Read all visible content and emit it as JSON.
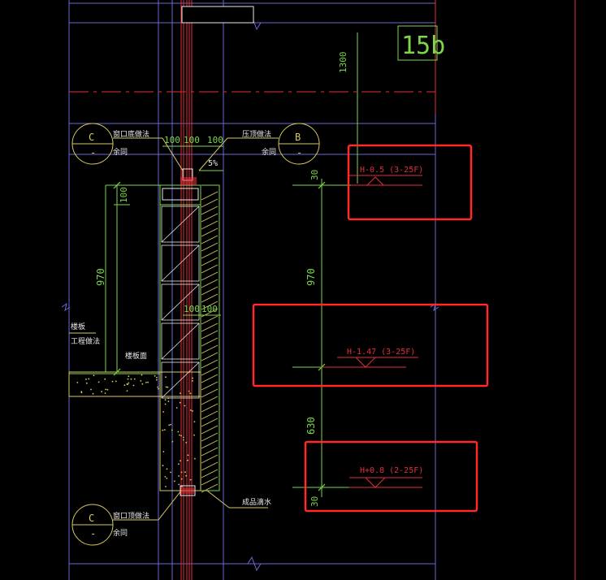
{
  "drawing": {
    "sheet_tag": "15b",
    "dimensions": {
      "d1300": "1300",
      "d100a": "100",
      "d100b": "100",
      "d100c": "100",
      "d100_left": "100",
      "d970_left": "970",
      "d100_mid_a": "100",
      "d100_mid_b": "100",
      "d30_top": "30",
      "d970_right": "970",
      "d630": "630",
      "d30_bottom": "30",
      "slope": "5%"
    },
    "callouts": {
      "c_top": {
        "letter": "C",
        "sub": "-"
      },
      "b_top": {
        "letter": "B",
        "sub": "-"
      },
      "c_bottom": {
        "letter": "C",
        "sub": "-"
      }
    },
    "notes": {
      "top_left_1": "窗口底做法",
      "top_left_2": "余同",
      "top_right_1": "压顶做法",
      "top_right_2": "余同",
      "left_mid_1": "楼板",
      "left_mid_2": "工程做法",
      "left_mid_3": "楼板面",
      "bottom_left_1": "窗口顶做法",
      "bottom_left_2": "余同",
      "bottom_mid": "成品滴水"
    },
    "elevations": [
      {
        "text": "H-0.5  (3-25F)"
      },
      {
        "text": "H-1.47  (3-25F)"
      },
      {
        "text": "H+0.8  (2-25F)"
      }
    ],
    "colors": {
      "background": "#000000",
      "cad_green": "#7cd64a",
      "cad_yellow": "#d8c860",
      "cad_red": "#e0303a",
      "cad_blue": "#6a6ad8",
      "cad_white": "#e8e8e8",
      "highlight_red": "#ff2a2a"
    }
  }
}
